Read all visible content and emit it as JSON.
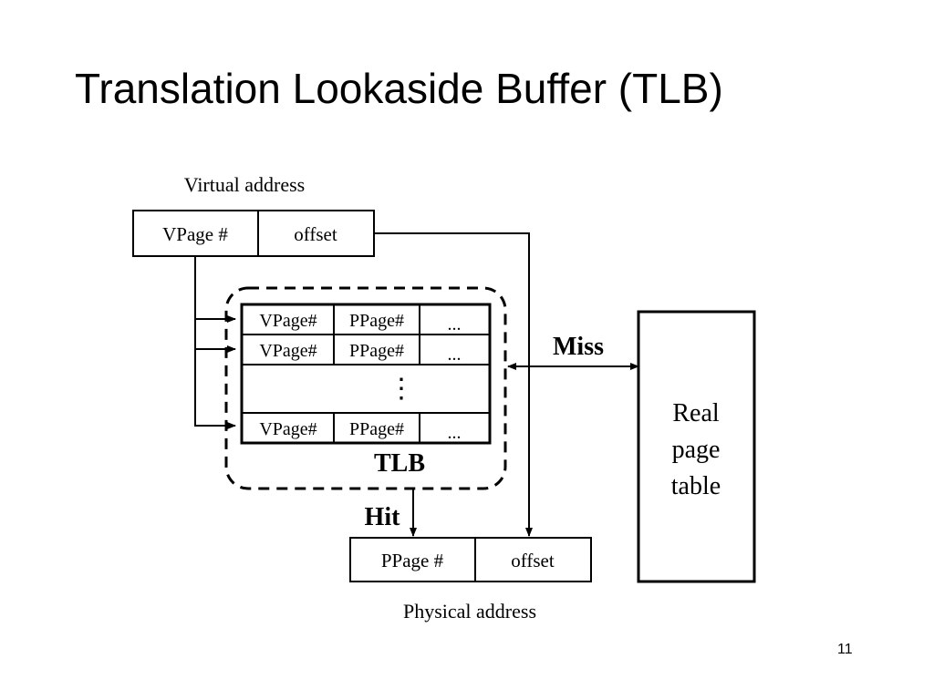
{
  "slide": {
    "title": "Translation Lookaside Buffer (TLB)",
    "page_number": "11"
  },
  "diagram": {
    "virtual_address": {
      "label": "Virtual address",
      "vpage": "VPage #",
      "offset": "offset"
    },
    "tlb": {
      "label": "TLB",
      "rows": [
        {
          "vpage": "VPage#",
          "ppage": "PPage#",
          "rest": "..."
        },
        {
          "vpage": "VPage#",
          "ppage": "PPage#",
          "rest": "..."
        },
        {
          "vpage": "VPage#",
          "ppage": "PPage#",
          "rest": "..."
        }
      ],
      "ellipsis": "⋮"
    },
    "miss_label": "Miss",
    "hit_label": "Hit",
    "page_table": {
      "lines": [
        "Real",
        "page",
        "table"
      ]
    },
    "physical_address": {
      "label": "Physical address",
      "ppage": "PPage #",
      "offset": "offset"
    }
  }
}
